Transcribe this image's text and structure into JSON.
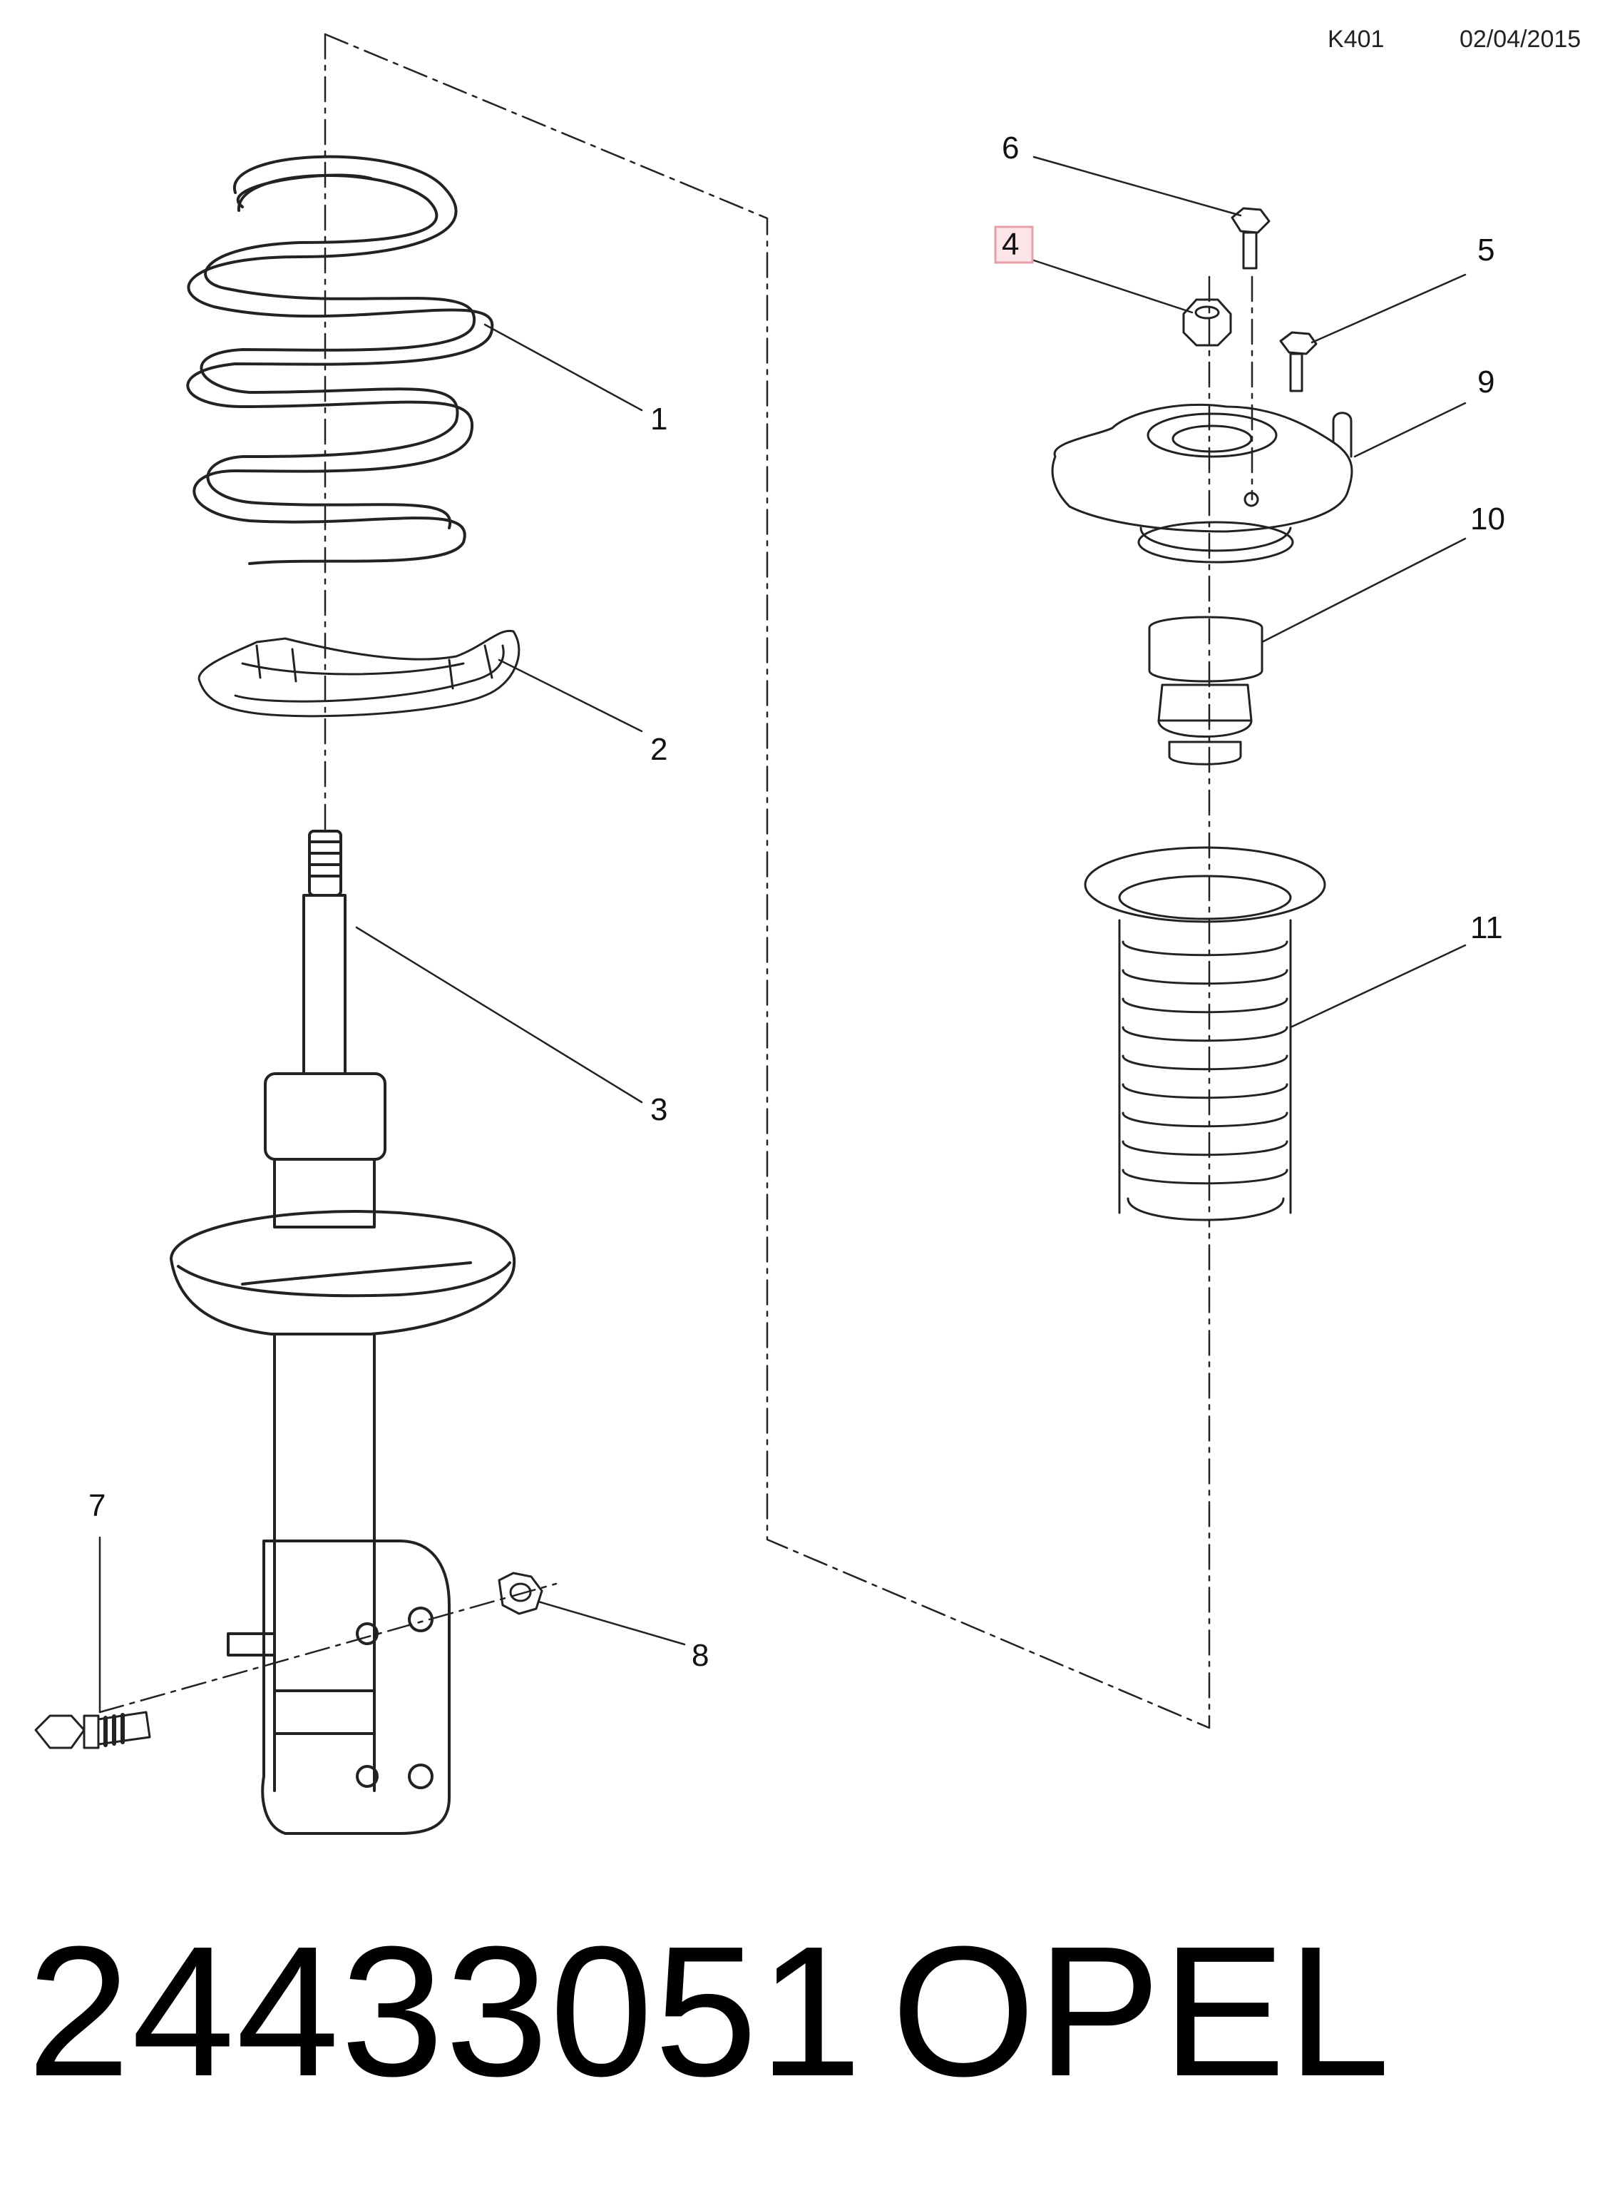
{
  "header": {
    "code": "K401",
    "date": "02/04/2015"
  },
  "callouts": {
    "c1": "1",
    "c2": "2",
    "c3": "3",
    "c4": "4",
    "c5": "5",
    "c6": "6",
    "c7": "7",
    "c8": "8",
    "c9": "9",
    "c10": "10",
    "c11": "11"
  },
  "footer": {
    "part_number": "24433051",
    "brand": "OPEL"
  },
  "colors": {
    "highlight_box": "#e8a0a8",
    "highlight_fill": "#fde4e8",
    "line": "#222222"
  }
}
